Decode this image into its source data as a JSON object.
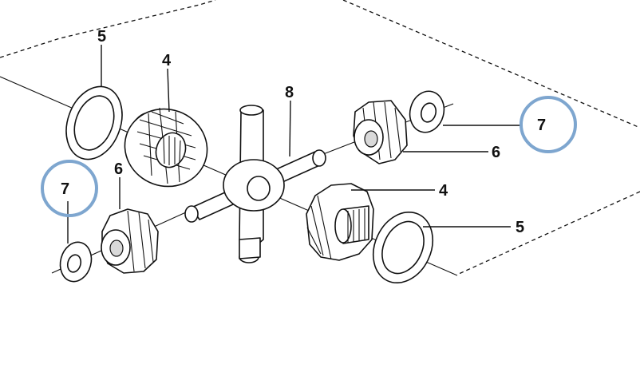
{
  "callouts": {
    "washer_top_left": "5",
    "gear_top_left": "4",
    "cross_shaft": "8",
    "washer_small_top_right": "7",
    "pinion_top_right": "6",
    "gear_bottom_right": "4",
    "washer_bottom_right": "5",
    "washer_small_left": "7",
    "pinion_left": "6"
  },
  "colors": {
    "highlight_circle": "#7ea6cf",
    "line": "#111111",
    "background": "#ffffff"
  },
  "highlighted_callouts": [
    "washer_small_top_right",
    "washer_small_left"
  ]
}
